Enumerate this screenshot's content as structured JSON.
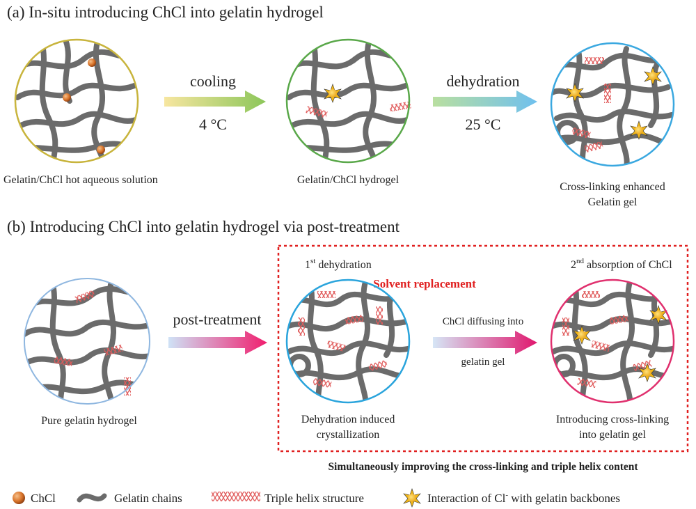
{
  "panel_a": {
    "title": "(a) In-situ introducing ChCl into gelatin hydrogel",
    "circle1_label": "Gelatin/ChCl hot aqueous solution",
    "arrow1_top": "cooling",
    "arrow1_bottom": "4 °C",
    "circle2_label": "Gelatin/ChCl hydrogel",
    "arrow2_top": "dehydration",
    "arrow2_bottom": "25 °C",
    "circle3_label_line1": "Cross-linking enhanced",
    "circle3_label_line2": "Gelatin gel"
  },
  "panel_b": {
    "title": "(b) Introducing ChCl into gelatin hydrogel via post-treatment",
    "circle1_label": "Pure gelatin hydrogel",
    "arrow1_label": "post-treatment",
    "box_title": "Solvent replacement",
    "step1_num": "1",
    "step1_sup": "st",
    "step1_text": " dehydration",
    "step2_num": "2",
    "step2_sup": "nd",
    "step2_text": " absorption of ChCl",
    "arrow2_top": "ChCl diffusing into",
    "arrow2_bottom": "gelatin gel",
    "circle2_label_line1": "Dehydration induced",
    "circle2_label_line2": "crystallization",
    "circle3_label_line1": "Introducing cross-linking",
    "circle3_label_line2": "into gelatin gel",
    "bottom_note": "Simultaneously improving the cross-linking and triple helix content"
  },
  "legend": {
    "chcl": "ChCl",
    "chains": "Gelatin chains",
    "helix": "Triple helix structure",
    "interaction_pre": "Interaction of Cl",
    "interaction_sup": "-",
    "interaction_post": " with gelatin backbones"
  },
  "colors": {
    "circle_a1": "#c8b43c",
    "circle_a2": "#5aa84a",
    "circle_a3": "#3aa8e0",
    "circle_b1": "#8fb7e0",
    "circle_b2": "#2aa4dc",
    "circle_b3": "#e0306e",
    "chain": "#6b6b6b",
    "helix": "#e05a5a",
    "chcl_ball": "#d9742a",
    "star": "#f2b616",
    "dashed_box": "#e02020"
  }
}
